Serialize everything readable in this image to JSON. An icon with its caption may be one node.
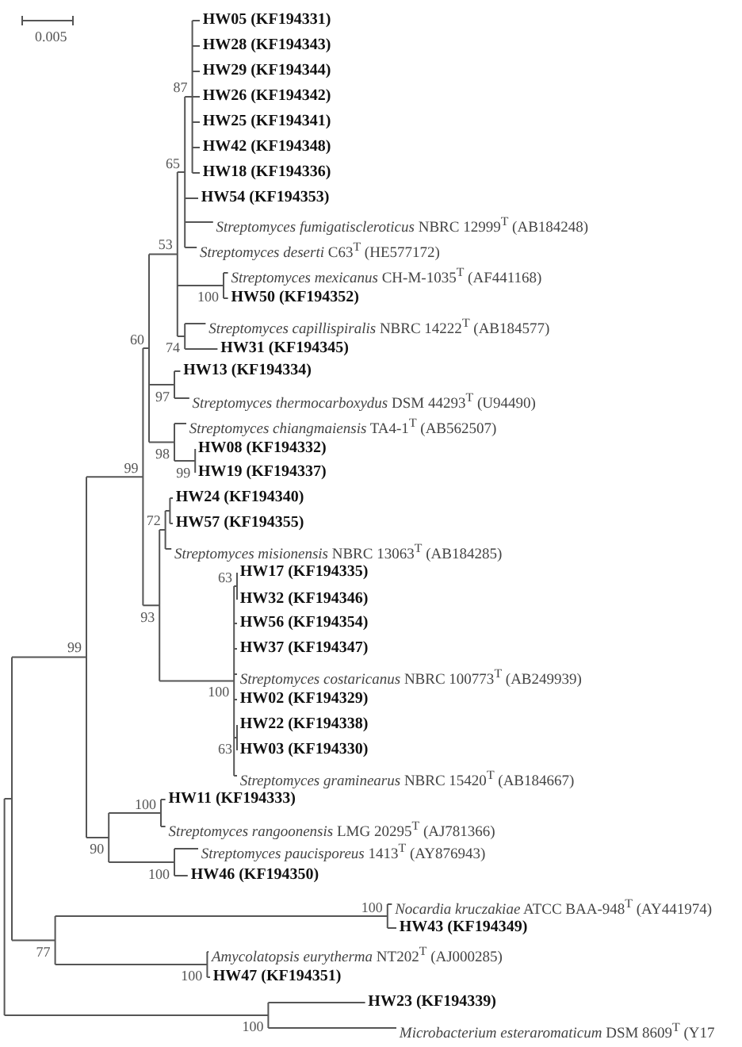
{
  "diagram": {
    "labels": [
      "0.005",
      "HW05 (KF194331)",
      "HW28 (KF194343)",
      "HW29 (KF194344)",
      "87",
      "HW26 (KF194342)",
      "HW25 (KF194341)",
      "65",
      "HW42 (KF194348)",
      "HW18 (KF194336)",
      "HW54 (KF194353)",
      "*Streptomyces fumigatiscleroticus* NBRC 12999$^{T}$ (AB184248)",
      "*Streptomyces deserti* C63$^{T}$ (HE577172)",
      "*Streptomyces mexicanus* CH-M-1035$^{T}$ (AF441168)",
      "53",
      "100",
      "HW50 (KF194352)",
      "*Streptomyces capillispiralis* NBRC 14222$^{T}$ (AB184577)",
      "74",
      "HW31 (KF194345)",
      "HW13 (KF194334)",
      "60",
      "97",
      "*Streptomyces thermocarboxydus* DSM 44293$^{T}$ (U94490)",
      "*Streptomyces chiangmaiensis* TA4-1$^{T}$ (AB562507)",
      "98",
      "HW08 (KF194332)",
      "99",
      "HW19 (KF194337)",
      "99",
      "HW24 (KF194340)",
      "72",
      "HW57 (KF194355)",
      "*Streptomyces misionensis* NBRC 13063$^{T}$ (AB184285)",
      "HW17 (KF194335)",
      "63",
      "HW32 (KF194346)",
      "93",
      "HW56 (KF194354)",
      "HW37 (KF194347)",
      "99",
      "100",
      "*Streptomyces costaricanus* NBRC 100773$^{T}$ (AB249939)",
      "HW02 (KF194329)",
      "63",
      "HW22 (KF194338)",
      "HW03 (KF194330)",
      "*Streptomyces graminearus* NBRC 15420$^{T}$ (AB184667)",
      "100",
      "HW11 (KF194333)",
      "*Streptomyces rangoonensis* LMG 20295$^{T}$ (AJ781366)",
      "90",
      "*Streptomyces paucisporeus* 1413$^{T}$ (AY876943)",
      "100",
      "HW46 (KF194350)",
      "100",
      "*Nocardia kruczakiae* ATCC BAA-948$^{T}$ (AY441974)",
      "HW43 (KF194349)",
      "77",
      "*Amycolatopsis eurytherma* NT202$^{T}$ (AJ000285)",
      "100",
      "HW47 (KF194351)",
      "HW23 (KF194339)",
      "100",
      "*Microbacterium esteraromaticum* DSM 8609$^{T}$ (Y17"
    ]
  }
}
